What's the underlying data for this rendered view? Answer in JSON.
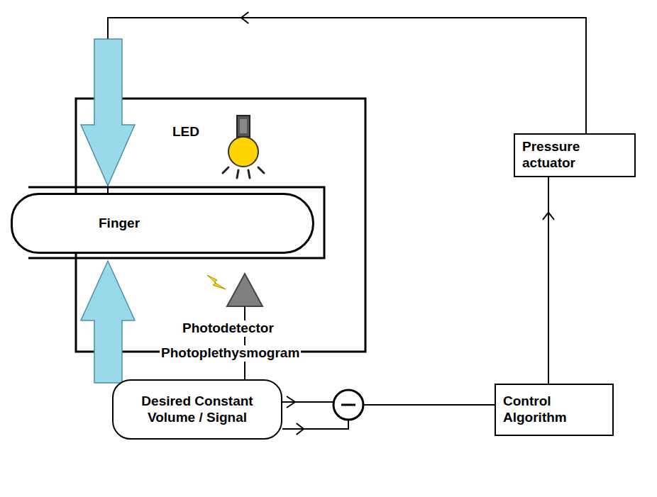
{
  "diagram": {
    "nodes": [
      {
        "text": [
          "Pressure actuator"
        ]
      },
      {
        "text": [
          "Finger"
        ]
      },
      {
        "text": [
          "Control Algorithm"
        ]
      },
      {
        "text": [
          "Desired Constant Volume / Signal"
        ]
      }
    ],
    "edges": [
      {
        "from": 2,
        "to": 0,
        "arrow": "to"
      },
      {
        "from": 0,
        "to": 1,
        "arrow": "to"
      },
      {
        "from": 3,
        "to": 2,
        "arrow": "to"
      }
    ],
    "labels": [
      "LED",
      "Photodetector",
      "Photoplethysmogram"
    ]
  }
}
